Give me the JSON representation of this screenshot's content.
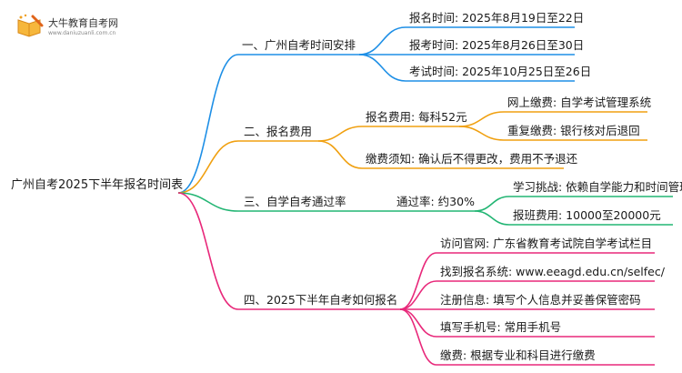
{
  "logo": {
    "name": "大牛教育自考网",
    "url": "www.daniuzuanli.com.cn",
    "icon": "pencil-book-icon",
    "accent": "#f0a020"
  },
  "colors": {
    "branch1": "#1e8fe6",
    "branch2": "#f0a010",
    "branch3": "#22b573",
    "branch4": "#e8287a"
  },
  "root": "广州自考2025下半年报名时间表",
  "branches": [
    {
      "label": "一、广州自考时间安排",
      "children": [
        {
          "label": "报名时间: 2025年8月19日至22日"
        },
        {
          "label": "报考时间: 2025年8月26日至30日"
        },
        {
          "label": "考试时间: 2025年10月25日至26日"
        }
      ]
    },
    {
      "label": "二、报名费用",
      "children": [
        {
          "label": "报名费用: 每科52元",
          "children": [
            {
              "label": "网上缴费: 自学考试管理系统"
            },
            {
              "label": "重复缴费: 银行核对后退回"
            }
          ]
        },
        {
          "label": "缴费须知: 确认后不得更改，费用不予退还"
        }
      ]
    },
    {
      "label": "三、自学自考通过率",
      "children": [
        {
          "label": "通过率: 约30%",
          "children": [
            {
              "label": "学习挑战: 依赖自学能力和时间管理"
            },
            {
              "label": "报班费用: 10000至20000元"
            }
          ]
        }
      ]
    },
    {
      "label": "四、2025下半年自考如何报名",
      "children": [
        {
          "label": "访问官网: 广东省教育考试院自学考试栏目"
        },
        {
          "label": "找到报名系统: www.eeagd.edu.cn/selfec/"
        },
        {
          "label": "注册信息: 填写个人信息并妥善保管密码"
        },
        {
          "label": "填写手机号: 常用手机号"
        },
        {
          "label": "缴费: 根据专业和科目进行缴费"
        }
      ]
    }
  ]
}
